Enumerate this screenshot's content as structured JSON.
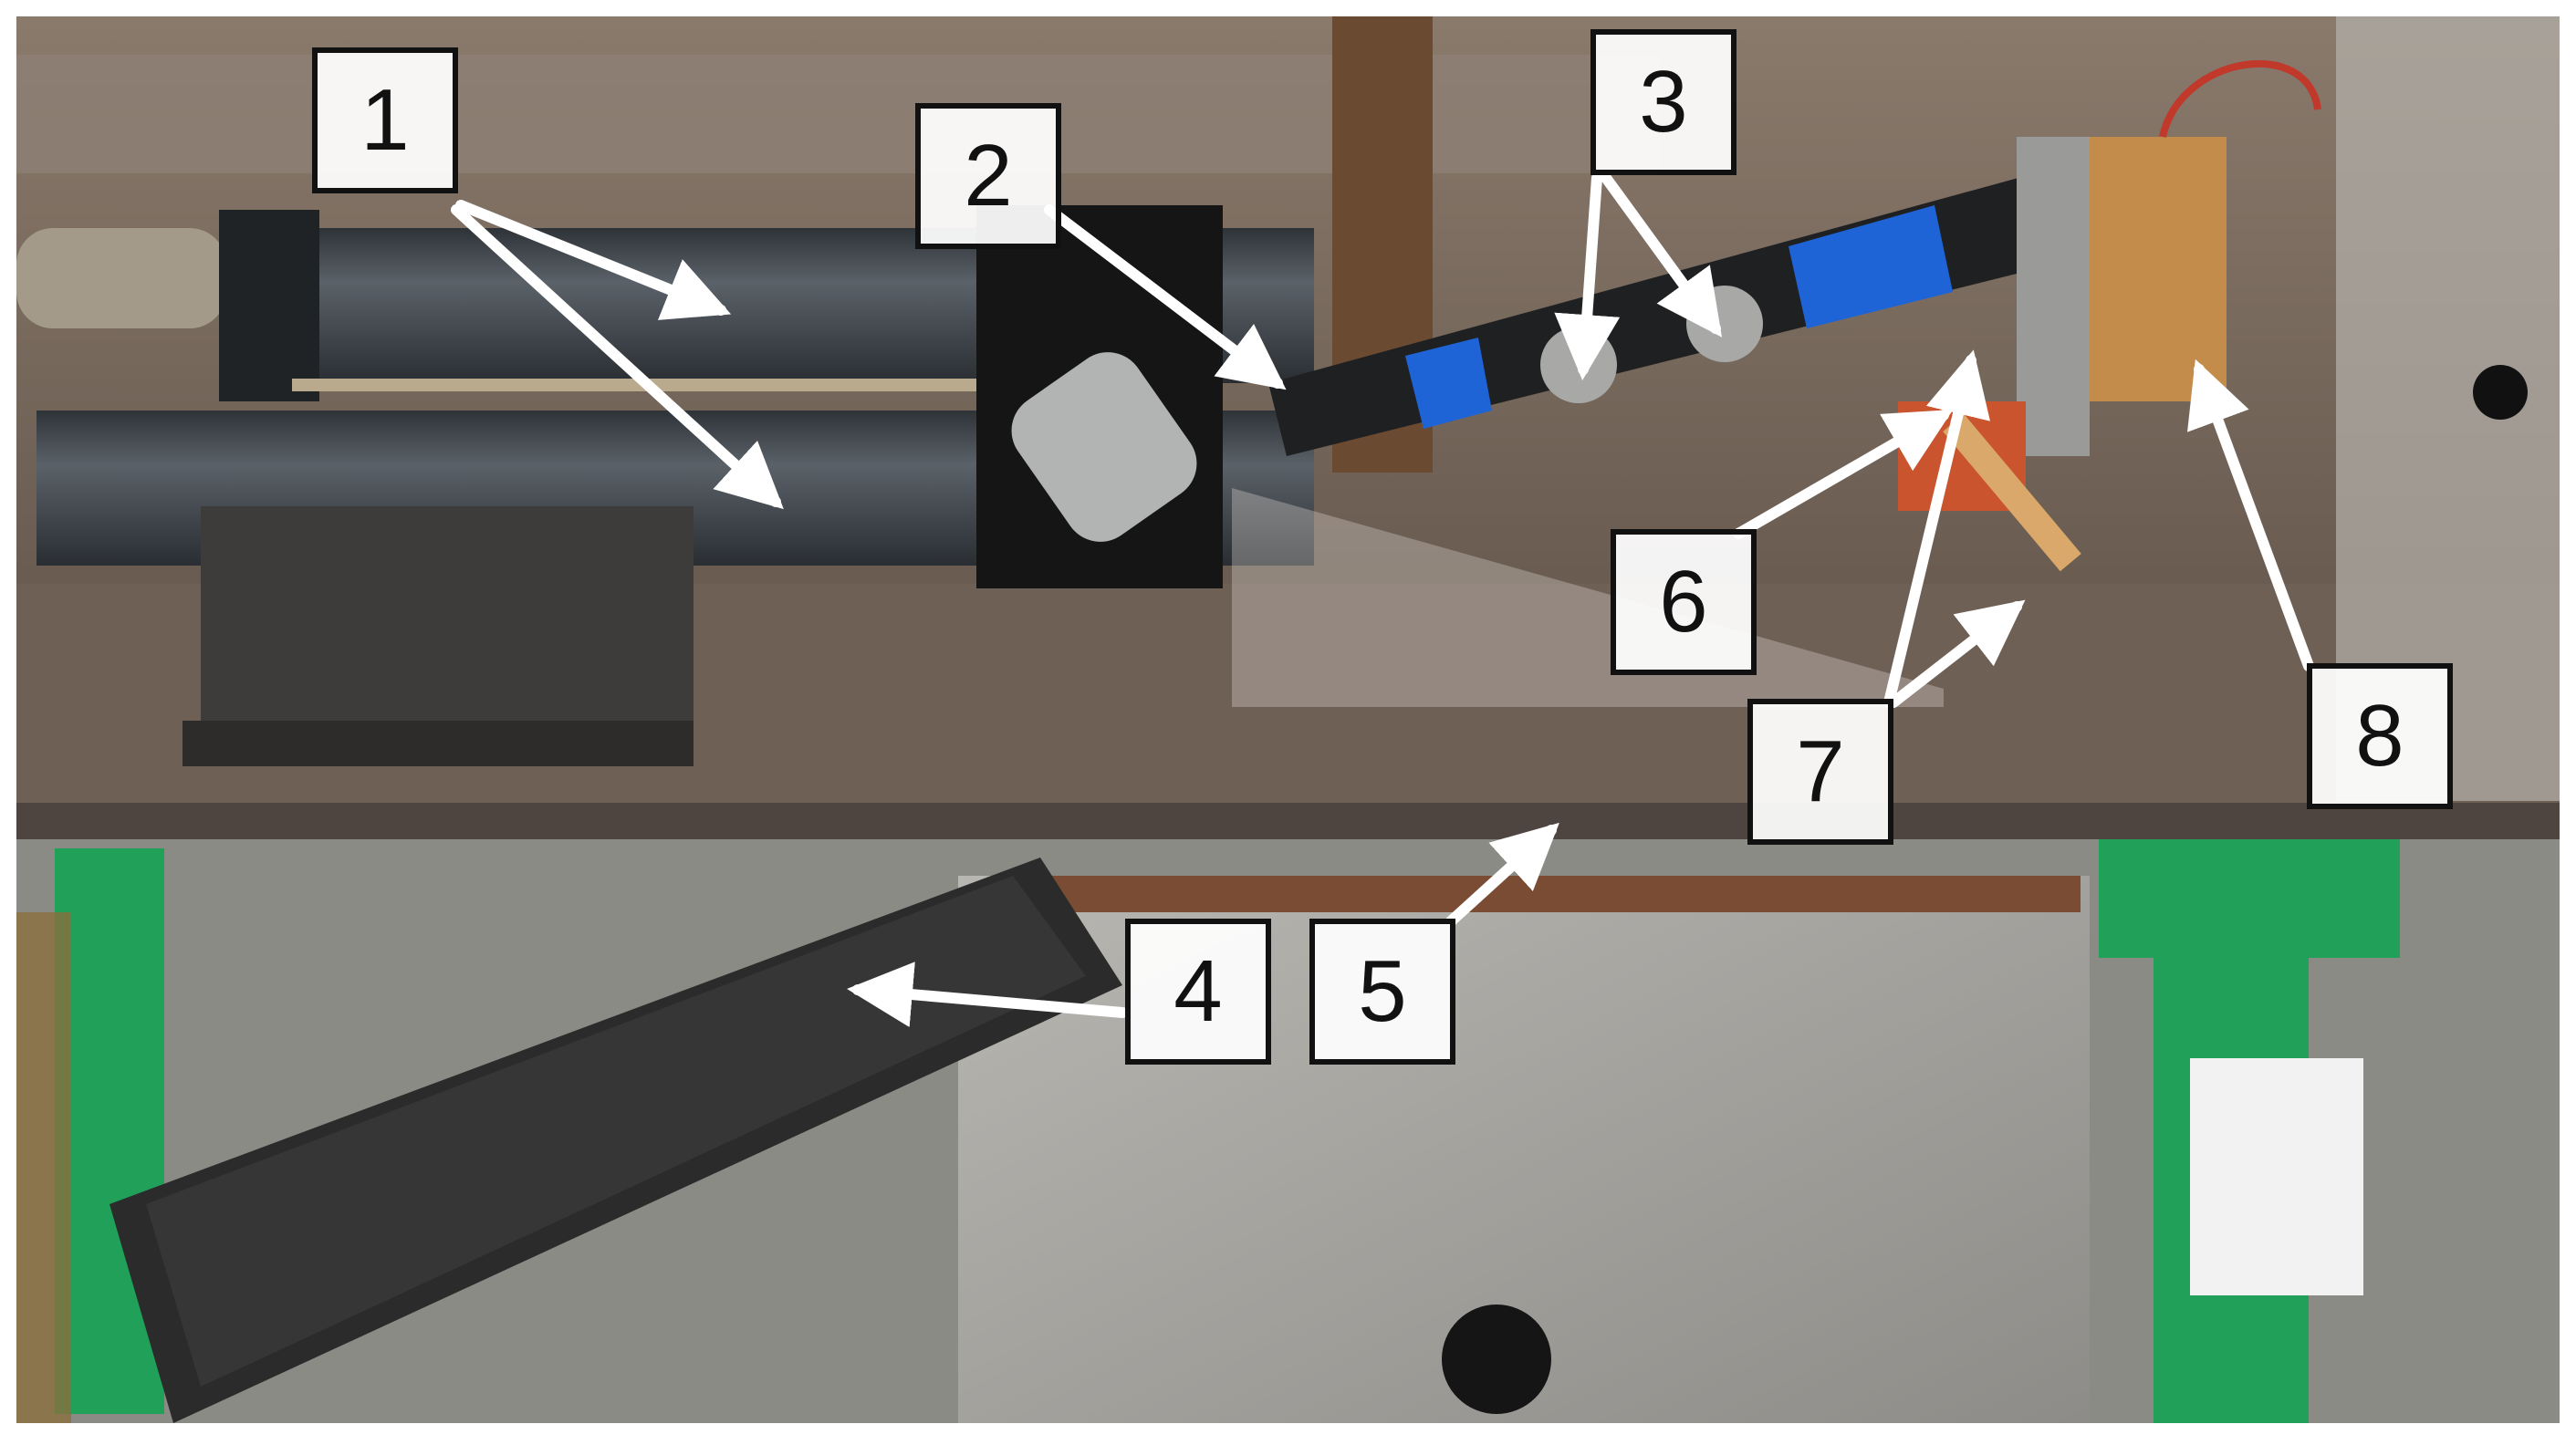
{
  "image": {
    "kind": "photograph of a laboratory test apparatus with numbered callouts",
    "colors": {
      "arrow": "#ffffff",
      "callout_border": "#111111",
      "callout_fill": "#f4f4f4",
      "frame_green": "#21a05a",
      "tape_blue": "#1e64d6",
      "steel": "#9a9a98",
      "cylinder": "#3c4146",
      "tabletop": "#6a5a50"
    }
  },
  "callouts": [
    {
      "label": "1"
    },
    {
      "label": "2"
    },
    {
      "label": "3"
    },
    {
      "label": "4"
    },
    {
      "label": "5"
    },
    {
      "label": "6"
    },
    {
      "label": "7"
    },
    {
      "label": "8"
    }
  ]
}
